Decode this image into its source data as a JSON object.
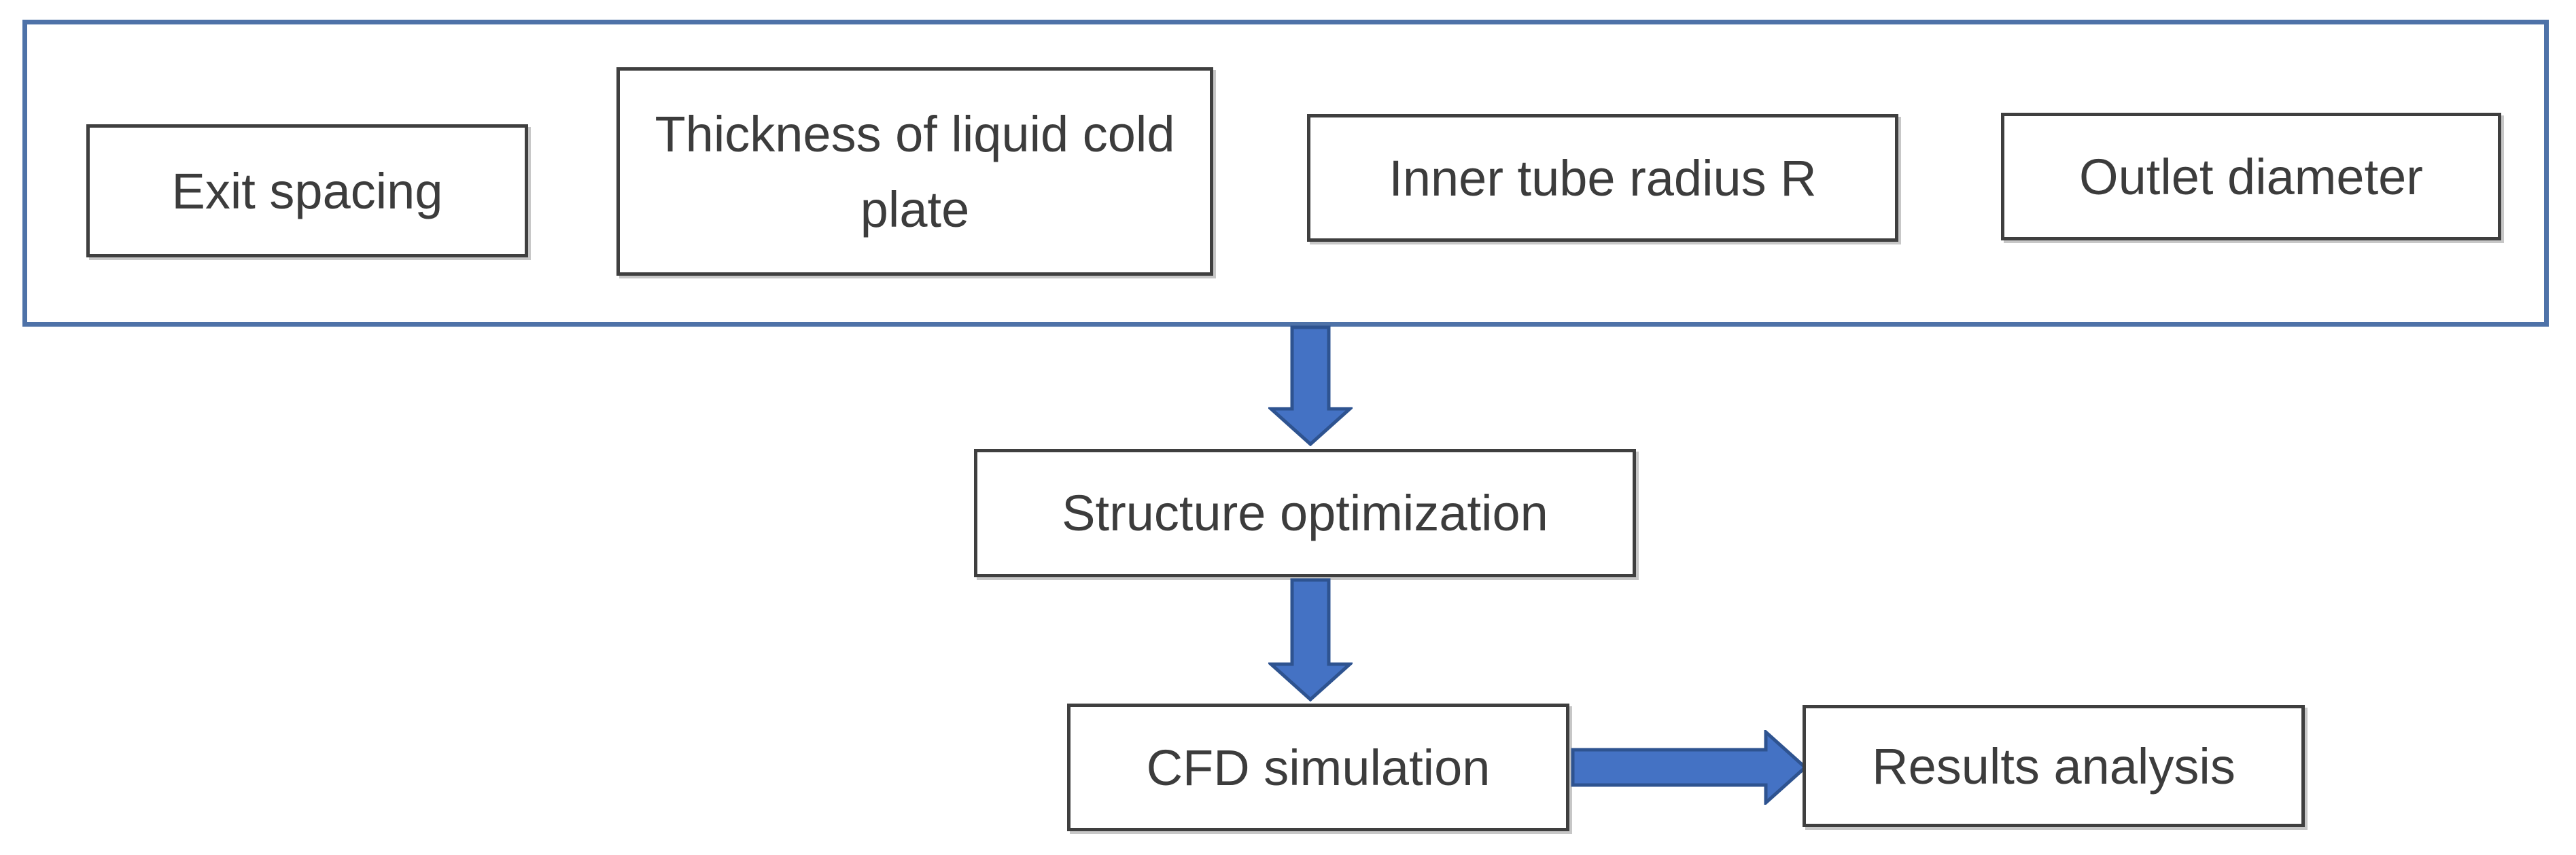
{
  "flowchart": {
    "parameters_frame": {
      "boxes": [
        {
          "label": "Exit spacing"
        },
        {
          "label": "Thickness of liquid cold plate"
        },
        {
          "label": "Inner tube radius R"
        },
        {
          "label": "Outlet diameter"
        }
      ]
    },
    "steps": [
      {
        "label": "Structure optimization"
      },
      {
        "label": "CFD simulation"
      },
      {
        "label": "Results analysis"
      }
    ],
    "connectors": [
      {
        "direction": "down",
        "from": "parameters-frame",
        "to": "Structure optimization"
      },
      {
        "direction": "down",
        "from": "Structure optimization",
        "to": "CFD simulation"
      },
      {
        "direction": "right",
        "from": "CFD simulation",
        "to": "Results analysis"
      }
    ]
  },
  "colors": {
    "arrow_fill": "#4472C4",
    "arrow_outline": "#2E5390",
    "frame_border": "#4E72A8",
    "box_border": "#3F3F3F",
    "text": "#3C3C3C",
    "background": "#FFFFFF"
  }
}
